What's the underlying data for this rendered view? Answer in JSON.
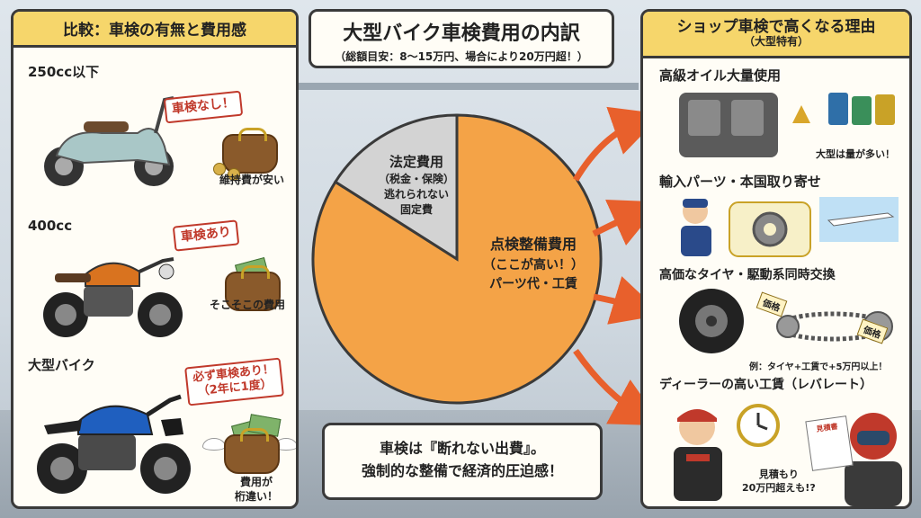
{
  "left_panel": {
    "title": "比較：車検の有無と費用感",
    "rows": [
      {
        "label": "250cc以下",
        "stamp": "車検なし！",
        "caption": "維持費が安い",
        "bike_color": "#a9c7c7"
      },
      {
        "label": "400cc",
        "stamp": "車検あり",
        "caption": "そこそこの費用",
        "bike_color": "#d9731f"
      },
      {
        "label": "大型バイク",
        "stamp_line1": "必ず車検あり！",
        "stamp_line2": "（2年に1度）",
        "caption_line1": "費用が",
        "caption_line2": "桁違い！",
        "bike_color": "#1f5fbf"
      }
    ]
  },
  "center": {
    "title": "大型バイク車検費用の内訳",
    "subtitle": "（総額目安：8〜15万円、場合により20万円超！）",
    "bottom_line1": "車検は『断れない出費』。",
    "bottom_line2": "強制的な整備で経済的圧迫感！"
  },
  "chart_data": {
    "type": "pie",
    "title": "大型バイク車検費用の内訳",
    "slices": [
      {
        "name": "点検整備費用",
        "value": 84,
        "color": "#f4a347",
        "line2": "（ここが高い！）",
        "line3": "パーツ代・工賃"
      },
      {
        "name": "法定費用",
        "value": 16,
        "color": "#d3d3d3",
        "line2": "（税金・保険）",
        "line3": "逃れられない",
        "line4": "固定費"
      }
    ]
  },
  "right_panel": {
    "title": "ショップ車検で高くなる理由",
    "subtitle": "（大型特有）",
    "reasons": [
      {
        "title": "高級オイル大量使用",
        "note": "大型は量が多い！"
      },
      {
        "title": "輸入パーツ・本国取り寄せ"
      },
      {
        "title": "高価なタイヤ・駆動系同時交換",
        "tag": "価格",
        "note": "例：タイヤ+工賃で+5万円以上！"
      },
      {
        "title": "ディーラーの高い工賃（レバレート）",
        "paper": "見積書",
        "note_line1": "見積もり",
        "note_line2": "20万円超えも!?"
      }
    ]
  },
  "colors": {
    "accent_yellow": "#f6d66b",
    "stamp_red": "#c0392b",
    "arrow_orange": "#e8602c",
    "pie_orange": "#f4a347",
    "pie_gray": "#d3d3d3"
  }
}
